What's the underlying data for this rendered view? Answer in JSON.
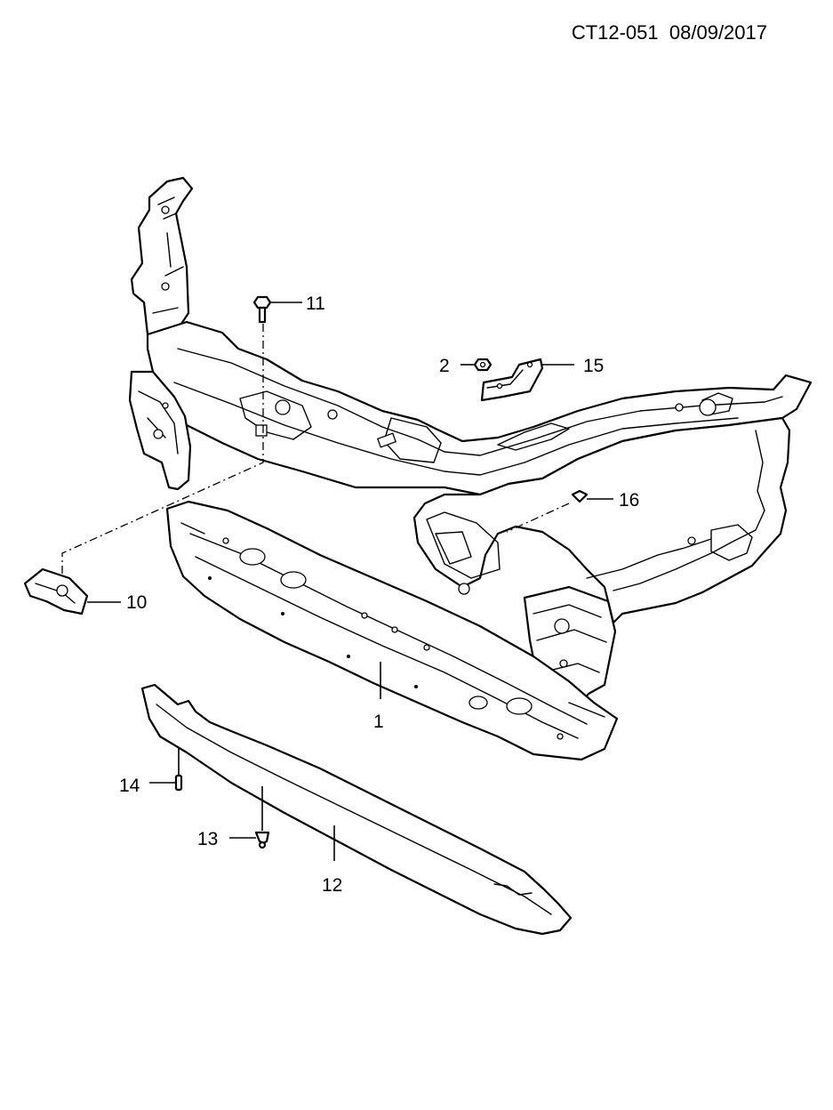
{
  "header": {
    "code": "CT12-051",
    "date": "08/09/2017"
  },
  "callouts": {
    "c1": "1",
    "c2": "2",
    "c10": "10",
    "c11": "11",
    "c12": "12",
    "c13": "13",
    "c14": "14",
    "c15": "15",
    "c16": "16"
  }
}
